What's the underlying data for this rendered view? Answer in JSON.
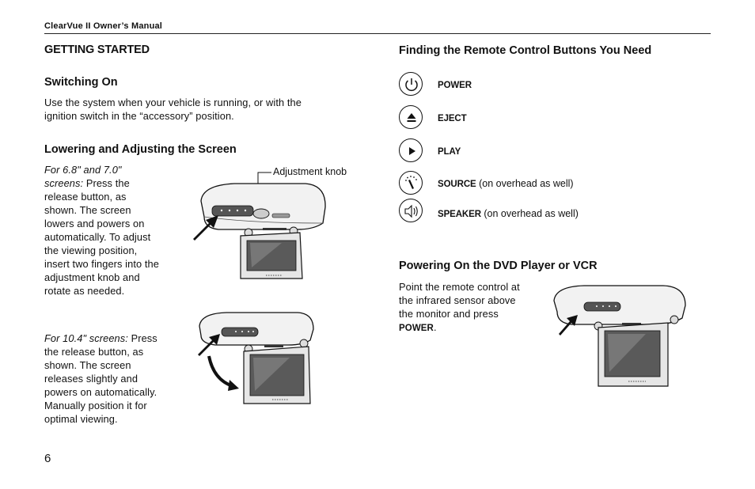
{
  "header": {
    "running_title": "ClearVue II Owner’s Manual"
  },
  "left": {
    "section_title": "GETTING STARTED",
    "switching_on": {
      "heading": "Switching On",
      "line1": "Use the system when your vehicle is running, or with the",
      "line2": "ignition switch in the “accessory” position."
    },
    "lowering": {
      "heading": "Lowering and Adjusting the Screen",
      "small_screens": {
        "line1_italic": "For 6.8\" and 7.0\"",
        "line2_italic": "screens:",
        "line2_rest": " Press the",
        "lines": [
          "release button, as",
          "shown. The screen",
          "lowers and powers on",
          "automatically. To adjust",
          "the viewing position,",
          "insert two fingers into the",
          "adjustment knob and",
          "rotate as needed."
        ]
      },
      "callout": "Adjustment knob",
      "large_screens": {
        "line1_italic": "For 10.4\" screens:",
        "line1_rest": " Press",
        "lines": [
          "the release button, as",
          "shown. The screen",
          "releases slightly and",
          "powers on automatically.",
          "Manually position it for",
          "optimal viewing."
        ]
      }
    }
  },
  "right": {
    "buttons_heading": "Finding the Remote Control Buttons You Need",
    "buttons": [
      {
        "icon": "power-icon",
        "label": "POWER",
        "suffix": ""
      },
      {
        "icon": "eject-icon",
        "label": "EJECT",
        "suffix": ""
      },
      {
        "icon": "play-icon",
        "label": "PLAY",
        "suffix": ""
      },
      {
        "icon": "source-icon",
        "label": "SOURCE",
        "suffix": " (on overhead as well)"
      },
      {
        "icon": "speaker-icon",
        "label": "SPEAKER",
        "suffix": " (on overhead as well)"
      }
    ],
    "powering": {
      "heading": "Powering On the DVD Player or VCR",
      "lines": [
        "Point the remote control at",
        "the infrared sensor above",
        "the monitor and press"
      ],
      "last_bold": "POWER",
      "last_rest": "."
    }
  },
  "footer": {
    "page_number": "6"
  }
}
